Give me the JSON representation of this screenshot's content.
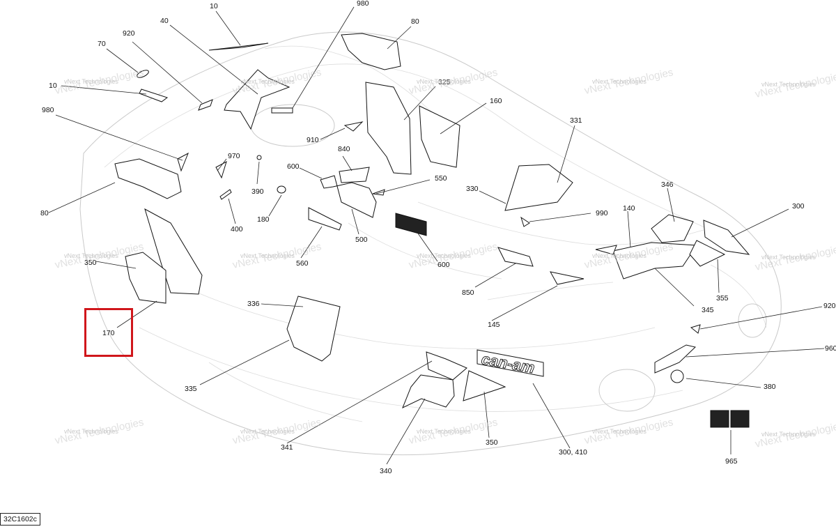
{
  "watermark": "vNext Technologies",
  "reference_code": "32C1602c",
  "brand_logo": "can-am",
  "highlight": {
    "color": "#d0161b",
    "target_callout": "170"
  },
  "callouts": [
    "10",
    "980",
    "80",
    "920",
    "40",
    "70",
    "10",
    "325",
    "160",
    "980",
    "331",
    "970",
    "910",
    "840",
    "600",
    "550",
    "390",
    "330",
    "80",
    "180",
    "400",
    "346",
    "300",
    "990",
    "140",
    "500",
    "560",
    "350",
    "600",
    "850",
    "336",
    "145",
    "345",
    "355",
    "920",
    "170",
    "960",
    "335",
    "380",
    "341",
    "350",
    "300, 410",
    "340",
    "965"
  ]
}
